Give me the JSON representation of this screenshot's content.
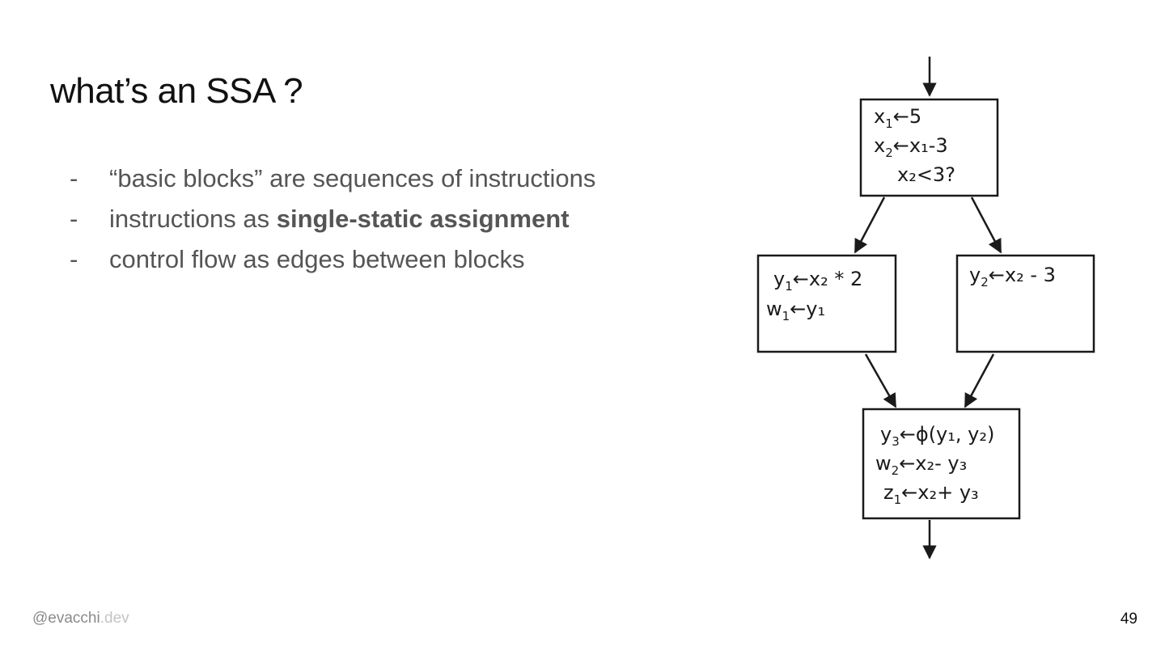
{
  "slide": {
    "title": "what’s an SSA ?",
    "bullets": [
      {
        "marker": "-",
        "text": "“basic blocks” are sequences of instructions",
        "bold": "",
        "after": ""
      },
      {
        "marker": "-",
        "text": "instructions as ",
        "bold": "single-static assignment",
        "after": ""
      },
      {
        "marker": "-",
        "text": "control flow as edges between blocks",
        "bold": "",
        "after": ""
      }
    ],
    "footer": {
      "handle": "@evacchi",
      "tld": ".dev"
    },
    "page_number": "49"
  },
  "diagram": {
    "blocks": {
      "entry": [
        {
          "var": "x",
          "sub": "1",
          "expr": "5"
        },
        {
          "var": "x",
          "sub": "2",
          "expr": "x₁-3"
        },
        {
          "cond": "x₂<3?"
        }
      ],
      "left": [
        {
          "var": "y",
          "sub": "1",
          "expr": "x₂ * 2"
        },
        {
          "var": "w",
          "sub": "1",
          "expr": "y₁"
        }
      ],
      "right": [
        {
          "var": "y",
          "sub": "2",
          "expr": "x₂ - 3"
        }
      ],
      "merge": [
        {
          "var": "y",
          "sub": "3",
          "expr": "ϕ(y₁, y₂)"
        },
        {
          "var": "w",
          "sub": "2",
          "expr": "x₂- y₃"
        },
        {
          "var": "z",
          "sub": "1",
          "expr": "x₂+ y₃"
        }
      ]
    },
    "arrow_symbol": "←"
  }
}
